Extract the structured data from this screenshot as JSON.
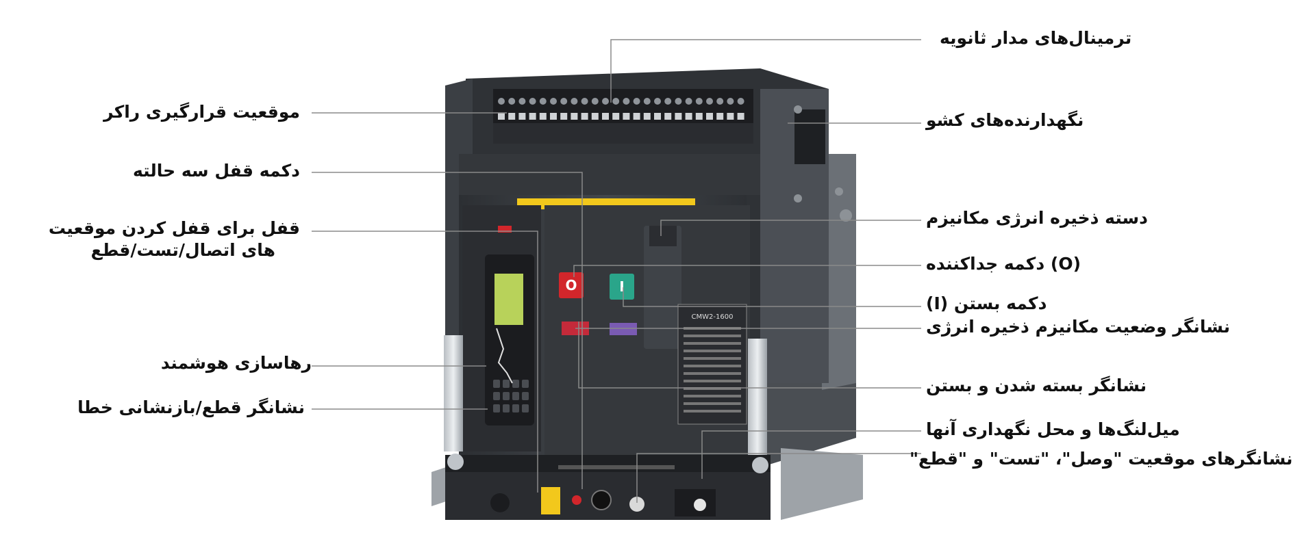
{
  "diagram": {
    "labels_left": [
      {
        "id": "racking-position",
        "text": "موقعیت قرارگیری راکر"
      },
      {
        "id": "three-state-lock-button",
        "text": "دکمه قفل سه حالته"
      },
      {
        "id": "position-padlock",
        "line1": "قفل برای قفل کردن موقعیت",
        "line2": "های اتصال/تست/قطع"
      },
      {
        "id": "smart-release",
        "text": "رهاسازی هوشمند"
      },
      {
        "id": "trip-reset-indicator",
        "text": "نشانگر قطع/بازنشانی خطا"
      }
    ],
    "labels_right": [
      {
        "id": "secondary-terminals",
        "text": "ترمینال‌های مدار ثانویه"
      },
      {
        "id": "drawer-holders",
        "text": "نگهدارنده‌های کشو"
      },
      {
        "id": "energy-storage-handle",
        "text": "دسته ذخیره انرژی مکانیزم"
      },
      {
        "id": "open-button",
        "text": "(O) دکمه جداکننده"
      },
      {
        "id": "close-button",
        "text": "دکمه بستن (I)"
      },
      {
        "id": "energy-storage-indicator",
        "text": "نشانگر وضعیت مکانیزم ذخیره انرژی"
      },
      {
        "id": "open-close-indicator",
        "text": "نشانگر بسته شدن و بستن"
      },
      {
        "id": "levers-storage",
        "text": "میل‌لنگ‌ها و محل نگهداری آنها"
      },
      {
        "id": "position-indicators",
        "text": "نشانگرهای موقعیت \"وصل\"، \"تست\" و \"قطع\""
      }
    ],
    "device": {
      "open_button_glyph": "O",
      "close_button_glyph": "I",
      "model_plate": "CMW2-1600",
      "colors": {
        "body": "#3a3d41",
        "body_dark": "#26282b",
        "open_button": "#d2262b",
        "close_button": "#2aa58a",
        "warning_yellow": "#f2c81c",
        "terminal_white": "#e8e8e8",
        "metal": "#9aa0a6"
      }
    }
  }
}
